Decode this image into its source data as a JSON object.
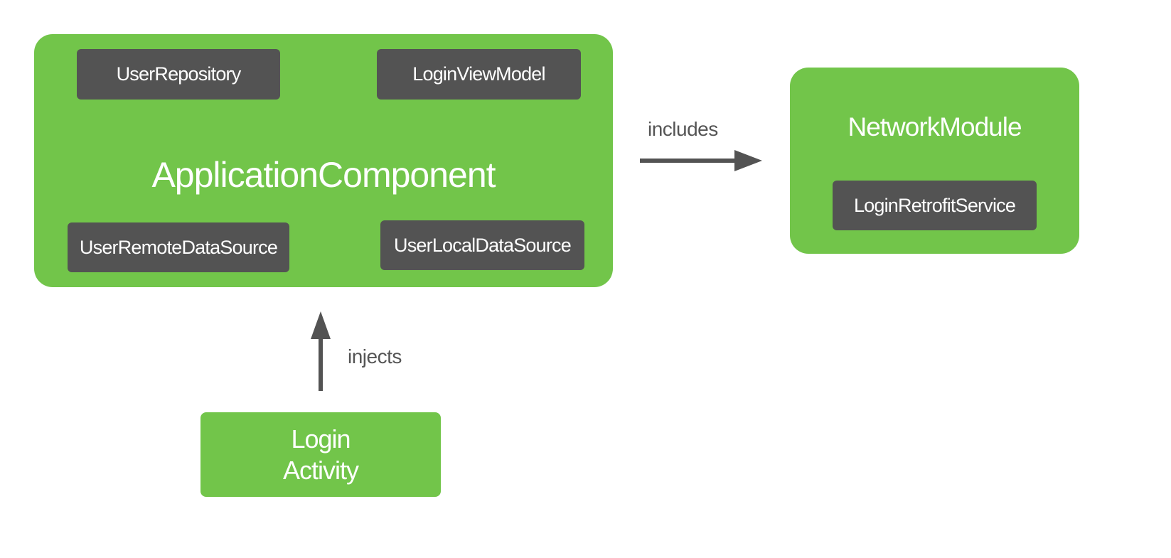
{
  "application_component": {
    "title": "ApplicationComponent",
    "items": [
      "UserRepository",
      "LoginViewModel",
      "UserRemoteDataSource",
      "UserLocalDataSource"
    ]
  },
  "network_module": {
    "title": "NetworkModule",
    "items": [
      "LoginRetrofitService"
    ]
  },
  "login_activity": {
    "line1": "Login",
    "line2": "Activity"
  },
  "edges": {
    "includes": "includes",
    "injects": "injects"
  },
  "colors": {
    "component": "#72c54a",
    "class_box": "#535353",
    "arrow": "#535353",
    "label": "#555555"
  }
}
